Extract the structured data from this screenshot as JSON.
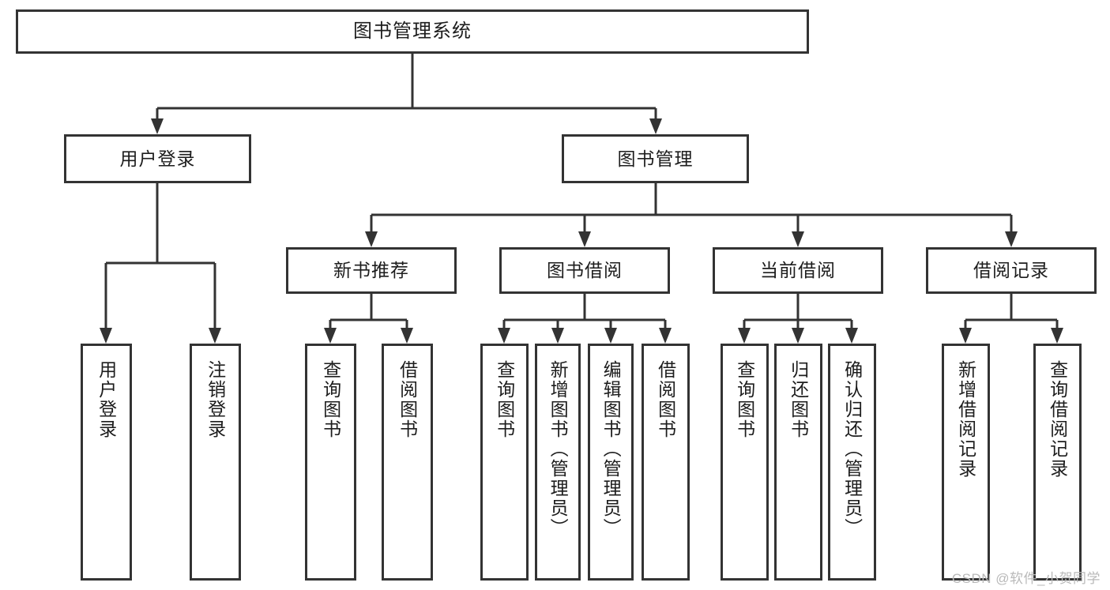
{
  "diagram": {
    "type": "tree",
    "title": "图书管理系统",
    "root": {
      "label": "图书管理系统"
    },
    "level2": [
      {
        "label": "用户登录"
      },
      {
        "label": "图书管理"
      }
    ],
    "level3": [
      {
        "label": "新书推荐"
      },
      {
        "label": "图书借阅"
      },
      {
        "label": "当前借阅"
      },
      {
        "label": "借阅记录"
      }
    ],
    "leaves": {
      "user_login": [
        {
          "label": "用户登录"
        },
        {
          "label": "注销登录"
        }
      ],
      "new_book": [
        {
          "label": "查询图书"
        },
        {
          "label": "借阅图书"
        }
      ],
      "borrow_book": [
        {
          "label": "查询图书"
        },
        {
          "label": "新增图书（管理员）"
        },
        {
          "label": "编辑图书（管理员）"
        },
        {
          "label": "借阅图书"
        }
      ],
      "current_borrow": [
        {
          "label": "查询图书"
        },
        {
          "label": "归还图书"
        },
        {
          "label": "确认归还（管理员）"
        }
      ],
      "borrow_record": [
        {
          "label": "新增借阅记录"
        },
        {
          "label": "查询借阅记录"
        }
      ]
    }
  },
  "watermark": {
    "text": "CSDN @软件_小贺同学"
  },
  "colors": {
    "stroke": "#333333",
    "background": "#ffffff",
    "text": "#1d1d1d",
    "watermark": "#b9b9b9"
  }
}
